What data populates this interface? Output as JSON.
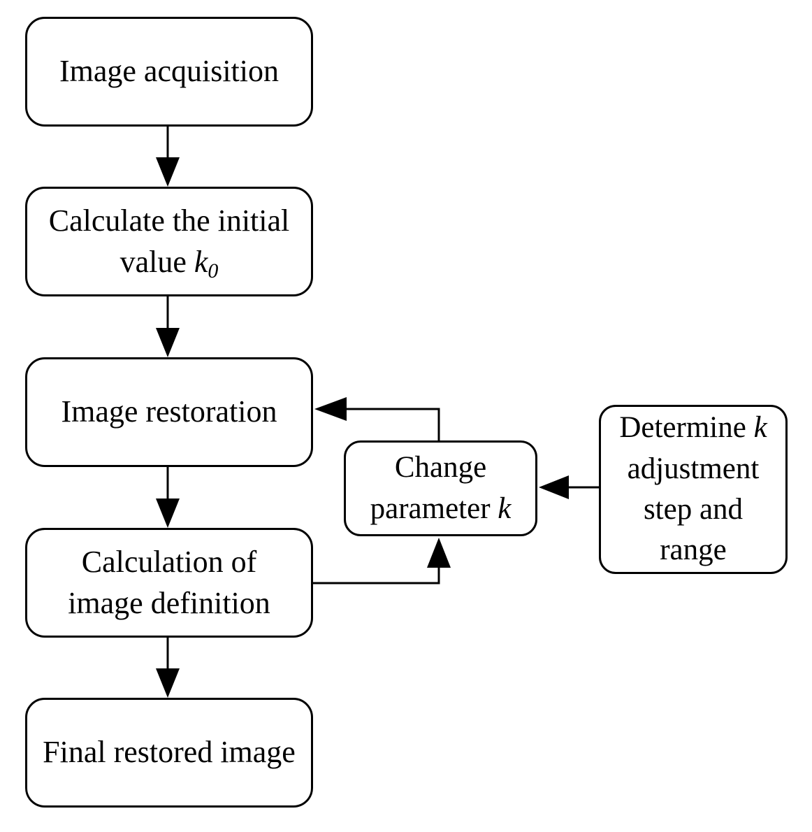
{
  "boxes": {
    "image_acquisition": {
      "lines": [
        "Image acquisition"
      ]
    },
    "calculate_initial": {
      "line1": "Calculate the initial",
      "line2_prefix": "value ",
      "var": "k",
      "sub": "0"
    },
    "image_restoration": {
      "lines": [
        "Image restoration"
      ]
    },
    "calculation_definition": {
      "lines": [
        "Calculation of",
        "image definition"
      ]
    },
    "final_restored": {
      "lines": [
        "Final restored image"
      ]
    },
    "change_parameter": {
      "line1": "Change",
      "line2_prefix": "parameter ",
      "var": "k"
    },
    "determine_step": {
      "line1_prefix": "Determine ",
      "var": "k",
      "line2": "adjustment",
      "line3": "step and",
      "line4": "range"
    }
  },
  "colors": {
    "stroke": "#000000",
    "background": "#ffffff"
  }
}
